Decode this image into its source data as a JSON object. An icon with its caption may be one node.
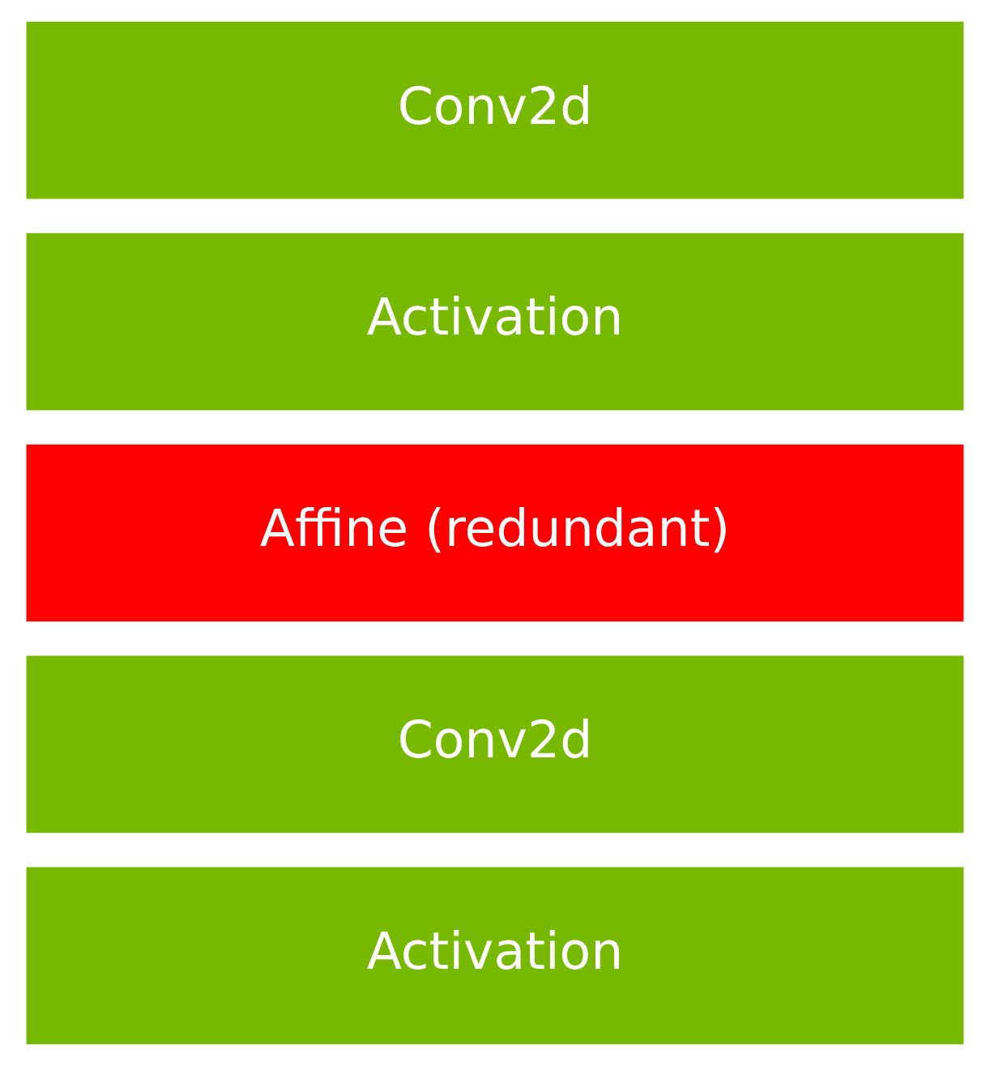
{
  "diagram": {
    "nodes": [
      {
        "text": [
          "Conv2d"
        ]
      },
      {
        "text": [
          "Activation"
        ]
      },
      {
        "text": [
          "Affine (redundant)"
        ]
      },
      {
        "text": [
          "Conv2d"
        ]
      },
      {
        "text": [
          "Activation"
        ]
      }
    ]
  }
}
